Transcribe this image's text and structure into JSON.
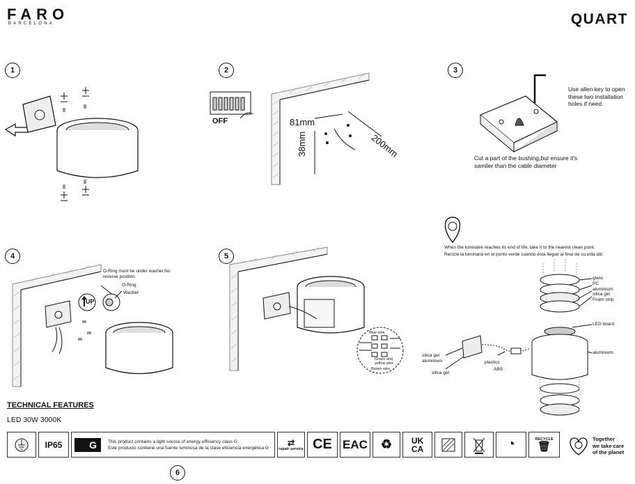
{
  "header": {
    "brand": "FARO",
    "brand_sub": "BARCELONA",
    "model": "QUART"
  },
  "steps": {
    "s1": "1",
    "s2": "2",
    "s3": "3",
    "s4": "4",
    "s5": "5",
    "s6": "6"
  },
  "step2": {
    "off_label": "OFF",
    "dim_81": "81mm",
    "dim_38": "38mm",
    "dim_200": "200mm"
  },
  "step3": {
    "note_allen": "Use allen key to open these two installation holes if need",
    "note_bushing": "Cut a part of the bushing,but ensure it's samller than the cable diameter"
  },
  "step4": {
    "oring_note": "O-Ring must be under washer,No reverse position",
    "oring_label": "O-Ring",
    "washer_label": "Washer",
    "up_label": "UP"
  },
  "step5": {
    "blue_wire": "Blue wire",
    "green_yellow_wire": "Green and yellow wire",
    "brown_wire": "Brown wire"
  },
  "recycle": {
    "en": "When the luminaire reaches its end of life, take it to the nearest clean point.",
    "es": "Recicle la luminaria en el punto verde cuando ésta llegue al final de su vida útil."
  },
  "exploded": {
    "glass": "glass",
    "pc": "PC",
    "aluminium_top": "aluminium",
    "silica_gel_top": "silica gel",
    "foam_strip": "Foam strip",
    "led_board": "LED board",
    "aluminium_body": "aluminium",
    "silica_gel_left": "silica gel",
    "aluminium_left": "aluminium",
    "silica_gel_bottom": "silica gel",
    "plastics": "plastics",
    "abs": "ABS"
  },
  "technical": {
    "title": "TECHNICAL FEATURES",
    "spec": "LED 30W 3000K"
  },
  "footer": {
    "ip_rating": "IP65",
    "energy_class": "G",
    "energy_en": "This product contains a light source of energy efficiency class G",
    "energy_es": "Este producto contiene una fuente luminosa de la clase eficiencia energética G",
    "repair": "repair service",
    "ce": "CE",
    "eac": "EAC",
    "ukca_line1": "UK",
    "ukca_line2": "CA",
    "recycle_label": "RECYCLE",
    "together_line1": "Together",
    "together_line2": "we take care",
    "together_line3": "of the planet"
  },
  "colors": {
    "ink": "#111111",
    "hatch": "#8a8a8a",
    "light_gray": "#d9d9d9"
  }
}
